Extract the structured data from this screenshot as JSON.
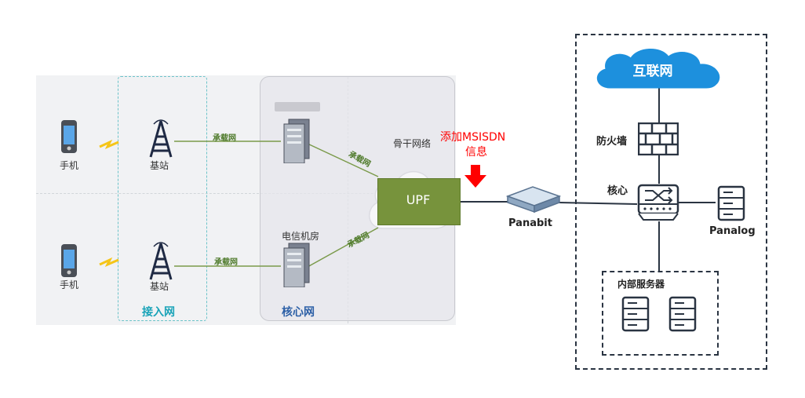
{
  "left_panel": {
    "phone_top": "手机",
    "phone_bottom": "手机",
    "base_top": "基站",
    "base_bottom": "基站",
    "access_network": "接入网",
    "core_network": "核心网",
    "carrier_net_1": "承载网",
    "carrier_net_2": "承载网",
    "carrier_net_3": "承载网",
    "carrier_net_4": "承载网",
    "telecom_room": "电信机房",
    "backbone": "骨干网络"
  },
  "upf": {
    "label": "UPF",
    "fill": "#77933c",
    "annotation_line1": "添加MSISDN",
    "annotation_line2": "信息",
    "annotation_color": "#ff0000"
  },
  "panabit": {
    "label": "Panabit"
  },
  "internal": {
    "internet": "互联网",
    "firewall": "防火墙",
    "core": "核心",
    "panalog": "Panalog",
    "servers": "内部服务器"
  }
}
